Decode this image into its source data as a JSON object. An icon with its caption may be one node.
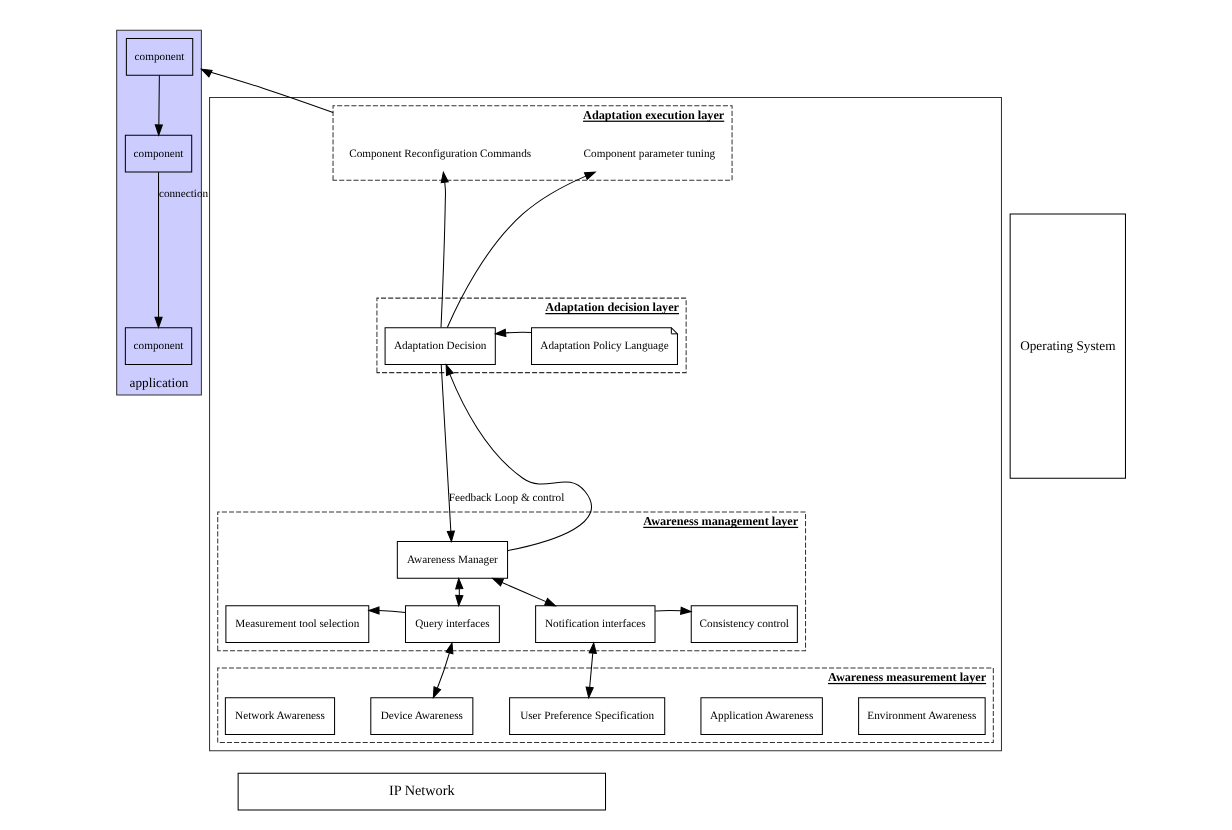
{
  "diagram": {
    "nodes": [
      {
        "text": [
          "application"
        ]
      },
      {
        "text": [
          "component"
        ],
        "in": 0
      },
      {
        "text": [
          "component"
        ],
        "in": 0
      },
      {
        "text": [
          "component"
        ],
        "in": 0
      },
      {
        "text": [],
        "shape": "box"
      },
      {
        "text": [
          "Adaptation execution layer"
        ],
        "in": 4
      },
      {
        "text": [
          "Component Reconfiguration Commands"
        ],
        "in": 5
      },
      {
        "text": [
          "Component parameter tuning"
        ],
        "in": 5
      },
      {
        "text": [
          "Adaptation decision layer"
        ],
        "in": 4
      },
      {
        "text": [
          "Adaptation Decision"
        ],
        "in": 8
      },
      {
        "text": [
          "Adaptation Policy Language"
        ],
        "in": 8
      },
      {
        "text": [
          "Awareness management layer"
        ],
        "in": 4
      },
      {
        "text": [
          "Awareness Manager"
        ],
        "in": 11
      },
      {
        "text": [
          "Measurement tool selection"
        ],
        "in": 11
      },
      {
        "text": [
          "Query interfaces"
        ],
        "in": 11
      },
      {
        "text": [
          "Notification interfaces"
        ],
        "in": 11
      },
      {
        "text": [
          "Consistency control"
        ],
        "in": 11
      },
      {
        "text": [
          "Awareness measurement layer"
        ],
        "in": 4
      },
      {
        "text": [
          "Network Awareness"
        ],
        "in": 17
      },
      {
        "text": [
          "Device Awareness"
        ],
        "in": 17
      },
      {
        "text": [
          "User Preference Specification"
        ],
        "in": 17
      },
      {
        "text": [
          "Application Awareness"
        ],
        "in": 17
      },
      {
        "text": [
          "Environment Awareness"
        ],
        "in": 17
      },
      {
        "text": [
          "IP Network"
        ]
      },
      {
        "text": [
          "Operating System"
        ]
      }
    ],
    "edges": [
      {
        "from": 1,
        "to": 2,
        "arrow": "to"
      },
      {
        "from": 2,
        "to": 3,
        "label": "connection",
        "arrow": "to"
      },
      {
        "from": 5,
        "to": 0,
        "arrow": "to"
      },
      {
        "from": 9,
        "to": 6,
        "arrow": "to"
      },
      {
        "from": 9,
        "to": 7,
        "arrow": "to"
      },
      {
        "from": 10,
        "to": 9,
        "arrow": "to"
      },
      {
        "from": 12,
        "to": 9,
        "arrow": "to"
      },
      {
        "from": 9,
        "to": 12,
        "label": "Feedback Loop & control",
        "arrow": "to"
      },
      {
        "from": 12,
        "to": 14,
        "arrow": "both"
      },
      {
        "from": 12,
        "to": 15,
        "arrow": "both"
      },
      {
        "from": 14,
        "to": 13,
        "arrow": "to"
      },
      {
        "from": 15,
        "to": 16,
        "arrow": "to"
      },
      {
        "from": 14,
        "to": 19,
        "arrow": "both"
      },
      {
        "from": 15,
        "to": 20,
        "arrow": "both"
      }
    ]
  }
}
